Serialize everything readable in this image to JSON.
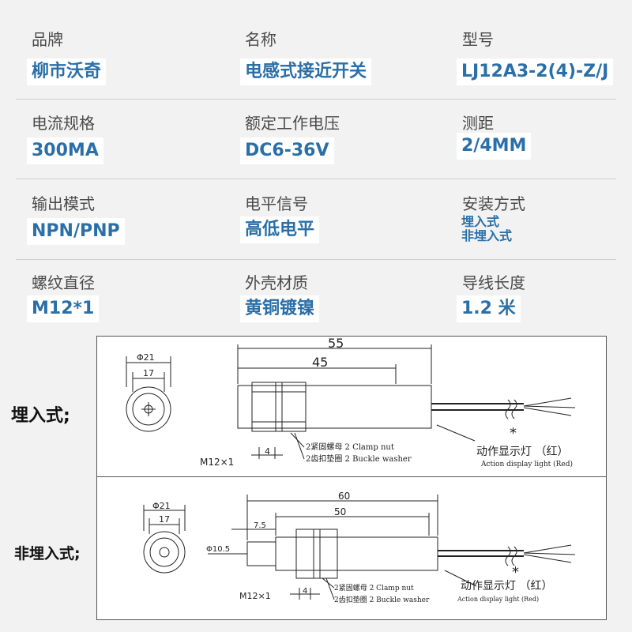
{
  "specs": [
    {
      "label": "品牌",
      "value": "柳市沃奇"
    },
    {
      "label": "名称",
      "value": "电感式接近开关"
    },
    {
      "label": "型号",
      "value": "LJ12A3-2(4)-Z/J"
    },
    {
      "label": "电流规格",
      "value": "300MA"
    },
    {
      "label": "额定工作电压",
      "value": "DC6-36V"
    },
    {
      "label": "测距",
      "value": "2/4MM"
    },
    {
      "label": "输出模式",
      "value": "NPN/PNP"
    },
    {
      "label": "电平信号",
      "value": "高低电平"
    },
    {
      "label": "安装方式",
      "value_line1": "埋入式",
      "value_line2": "非埋入式"
    },
    {
      "label": "螺纹直径",
      "value": "M12*1"
    },
    {
      "label": "外壳材质",
      "value": "黄铜镀镍"
    },
    {
      "label": "导线长度",
      "value": "1.2 米"
    }
  ],
  "colors": {
    "value_text": "#2a6fa8",
    "label_text": "#4a4a4a",
    "background": "#f2f2f2"
  },
  "diagram_embedded": {
    "side_label": "埋入式;",
    "face_diameter": "Φ21",
    "hex_width": "17",
    "length_total": "55",
    "length_thread": "45",
    "nut_width": "4",
    "thread": "M12×1",
    "clamp_nut": "2紧固螺母  2 Clamp nut",
    "washer": "2齿扣垫圈  2 Buckle washer",
    "asterisk": "*",
    "indicator": "动作显示灯 （红）",
    "indicator_en": "Action display light (Red)"
  },
  "diagram_non_embedded": {
    "side_label": "非埋入式;",
    "face_diameter": "Φ21",
    "hex_width": "17",
    "length_total": "60",
    "length_thread": "50",
    "protrusion": "7.5",
    "head_diameter": "Φ10.5",
    "nut_width": "4",
    "thread": "M12×1",
    "clamp_nut": "2紧固螺母  2 Clamp nut",
    "washer": "2齿扣垫圈  2 Buckle washer",
    "asterisk": "*",
    "indicator": "动作显示灯 （红）",
    "indicator_en": "Action display light (Red)"
  }
}
